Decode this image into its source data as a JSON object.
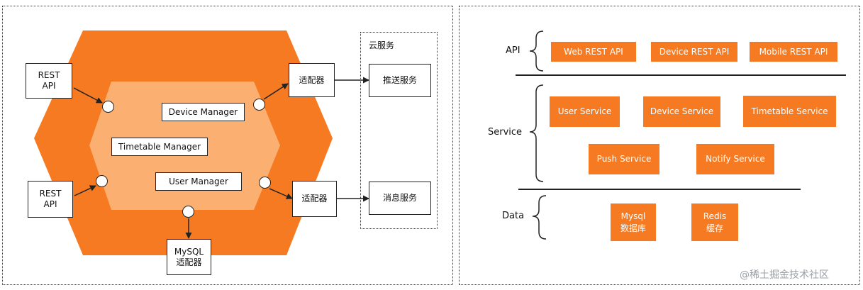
{
  "left": {
    "rest_api_top": "REST\nAPI",
    "rest_api_bottom": "REST\nAPI",
    "device_manager": "Device Manager",
    "timetable_manager": "Timetable Manager",
    "user_manager": "User Manager",
    "adapter_top": "适配器",
    "adapter_bottom": "适配器",
    "mysql_adapter": "MySQL\n适配器",
    "cloud_title": "云服务",
    "push_service": "推送服务",
    "message_service": "消息服务"
  },
  "right": {
    "layers": [
      {
        "name": "API",
        "items": [
          "Web REST API",
          "Device REST API",
          "Mobile REST API"
        ]
      },
      {
        "name": "Service",
        "items": [
          "User Service",
          "Device Service",
          "Timetable Service",
          "Push Service",
          "Notify Service"
        ]
      },
      {
        "name": "Data",
        "items": [
          "Mysql\n数据库",
          "Redis\n缓存"
        ]
      }
    ]
  },
  "watermark": "@稀土掘金技术社区",
  "colors": {
    "outer_hex": "#f57a22",
    "inner_hex": "#fbb072",
    "box_orange": "#f57a22"
  }
}
